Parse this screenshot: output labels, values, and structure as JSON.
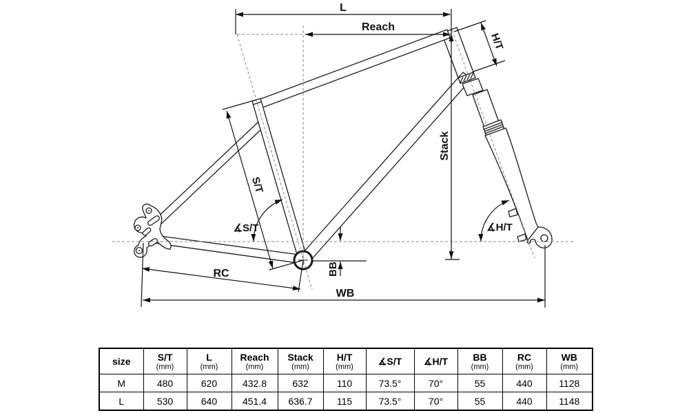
{
  "diagram": {
    "labels": {
      "l": "L",
      "reach": "Reach",
      "ht": "H/T",
      "stack": "Stack",
      "st": "S/T",
      "angle_st": "∡S/T",
      "angle_ht": "∡H/T",
      "bb": "BB",
      "rc": "RC",
      "wb": "WB"
    },
    "colors": {
      "line": "#1a1a1a",
      "dashed": "#8a8a8a",
      "background": "#ffffff"
    }
  },
  "table": {
    "columns": [
      {
        "label": "size",
        "sub": ""
      },
      {
        "label": "S/T",
        "sub": "(mm)"
      },
      {
        "label": "L",
        "sub": "(mm)"
      },
      {
        "label": "Reach",
        "sub": "(mm)"
      },
      {
        "label": "Stack",
        "sub": "(mm)"
      },
      {
        "label": "H/T",
        "sub": "(mm)"
      },
      {
        "label": "∡S/T",
        "sub": ""
      },
      {
        "label": "∡H/T",
        "sub": ""
      },
      {
        "label": "BB",
        "sub": "(mm)"
      },
      {
        "label": "RC",
        "sub": "(mm)"
      },
      {
        "label": "WB",
        "sub": "(mm)"
      }
    ],
    "rows": [
      {
        "cells": [
          "M",
          "480",
          "620",
          "432.8",
          "632",
          "110",
          "73.5°",
          "70°",
          "55",
          "440",
          "1128"
        ]
      },
      {
        "cells": [
          "L",
          "530",
          "640",
          "451.4",
          "636.7",
          "115",
          "73.5°",
          "70°",
          "55",
          "440",
          "1148"
        ]
      }
    ]
  }
}
